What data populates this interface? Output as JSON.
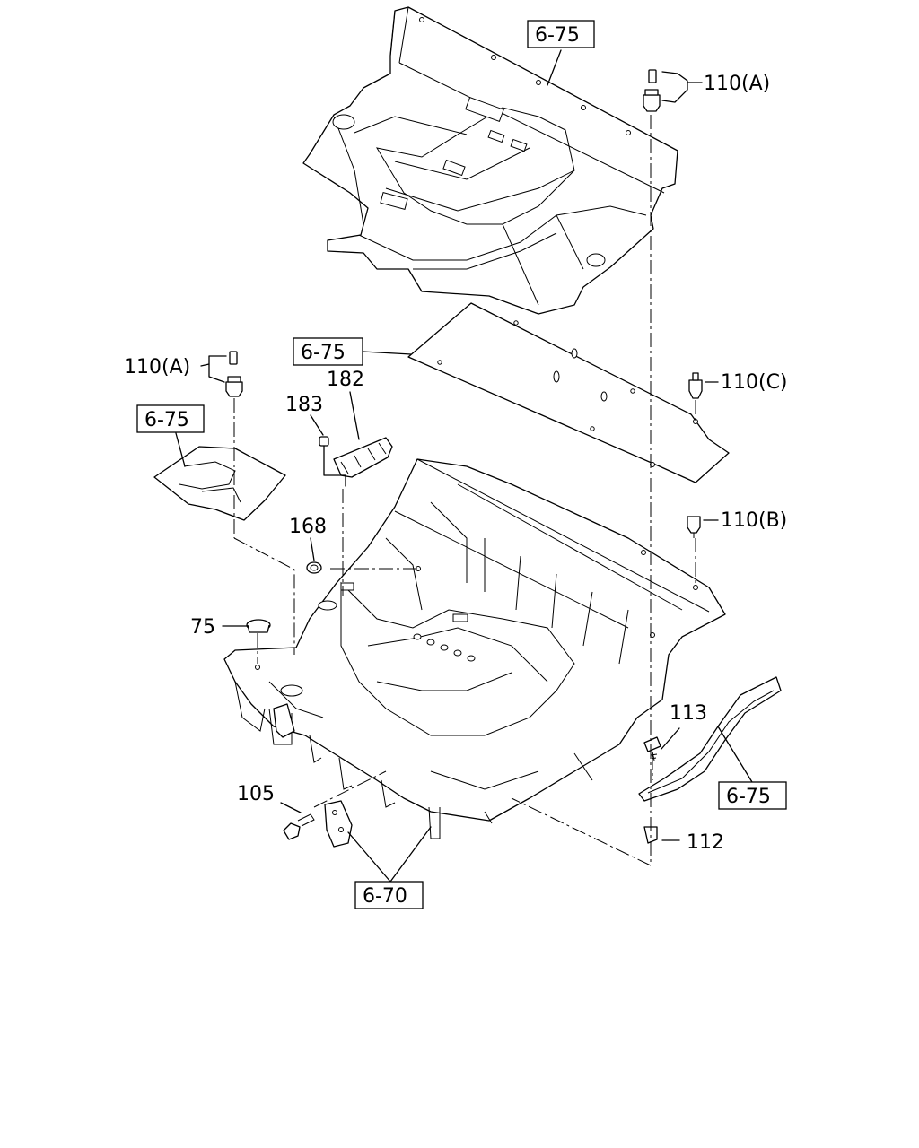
{
  "callouts": {
    "p110a_top": "110(A)",
    "p110a_left": "110(A)",
    "p110c": "110(C)",
    "p110b": "110(B)",
    "p182": "182",
    "p183": "183",
    "p168": "168",
    "p75": "75",
    "p113": "113",
    "p105": "105",
    "p112": "112"
  },
  "references": {
    "top_panel": "6-75",
    "mid_panel": "6-75",
    "left_panel": "6-75",
    "step_plate": "6-75",
    "brackets": "6-70"
  }
}
